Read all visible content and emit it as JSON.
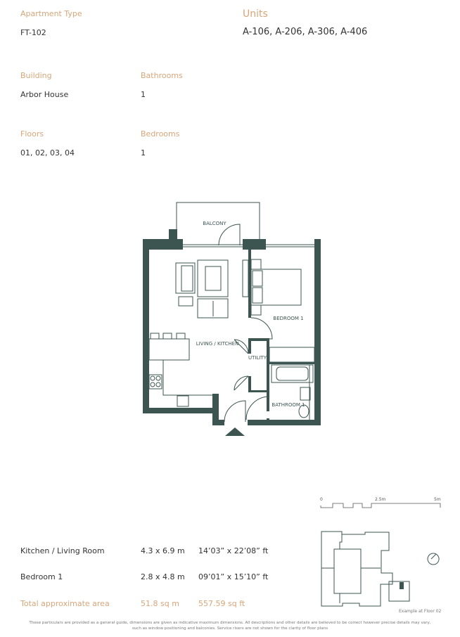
{
  "details": {
    "apartment_type": {
      "label": "Apartment Type",
      "value": "FT-102"
    },
    "units": {
      "label": "Units",
      "value": "A-106, A-206, A-306, A-406"
    },
    "building": {
      "label": "Building",
      "value": "Arbor House"
    },
    "bathrooms": {
      "label": "Bathrooms",
      "value": "1"
    },
    "floors": {
      "label": "Floors",
      "value": "01, 02, 03, 04"
    },
    "bedrooms": {
      "label": "Bedrooms",
      "value": "1"
    }
  },
  "floorplan": {
    "rooms": {
      "balcony": "BALCONY",
      "bedroom": "BEDROOM 1",
      "living": "LIVING / KITCHEN",
      "utility": "UTILITY",
      "bathroom": "BATHROOM 1"
    },
    "wall_color": "#3d5550"
  },
  "scale": {
    "ticks": [
      "0",
      "2.5m",
      "5m"
    ]
  },
  "dimensions": [
    {
      "room": "Kitchen / Living Room",
      "metric": "4.3 x 6.9 m",
      "imperial": "14’03” x 22’08” ft"
    },
    {
      "room": "Bedroom 1",
      "metric": "2.8 x 4.8 m",
      "imperial": "09’01” x 15’10” ft"
    }
  ],
  "total": {
    "label": "Total approximate area",
    "metric": "51.8 sq m",
    "imperial": "557.59 sq ft"
  },
  "keyplan": {
    "caption": "Example at Floor 02",
    "icon": "compass-icon"
  },
  "disclaimer": {
    "line1": "These particulars are provided as a general guide, dimensions are given as indicative maximum dimensions. All descriptions and other details are believed to be correct however precise details may vary,",
    "line2": "such as window positioning and balconies. Service risers are not shown for the clarity of floor plans"
  },
  "accent_color": "#d6a67a"
}
